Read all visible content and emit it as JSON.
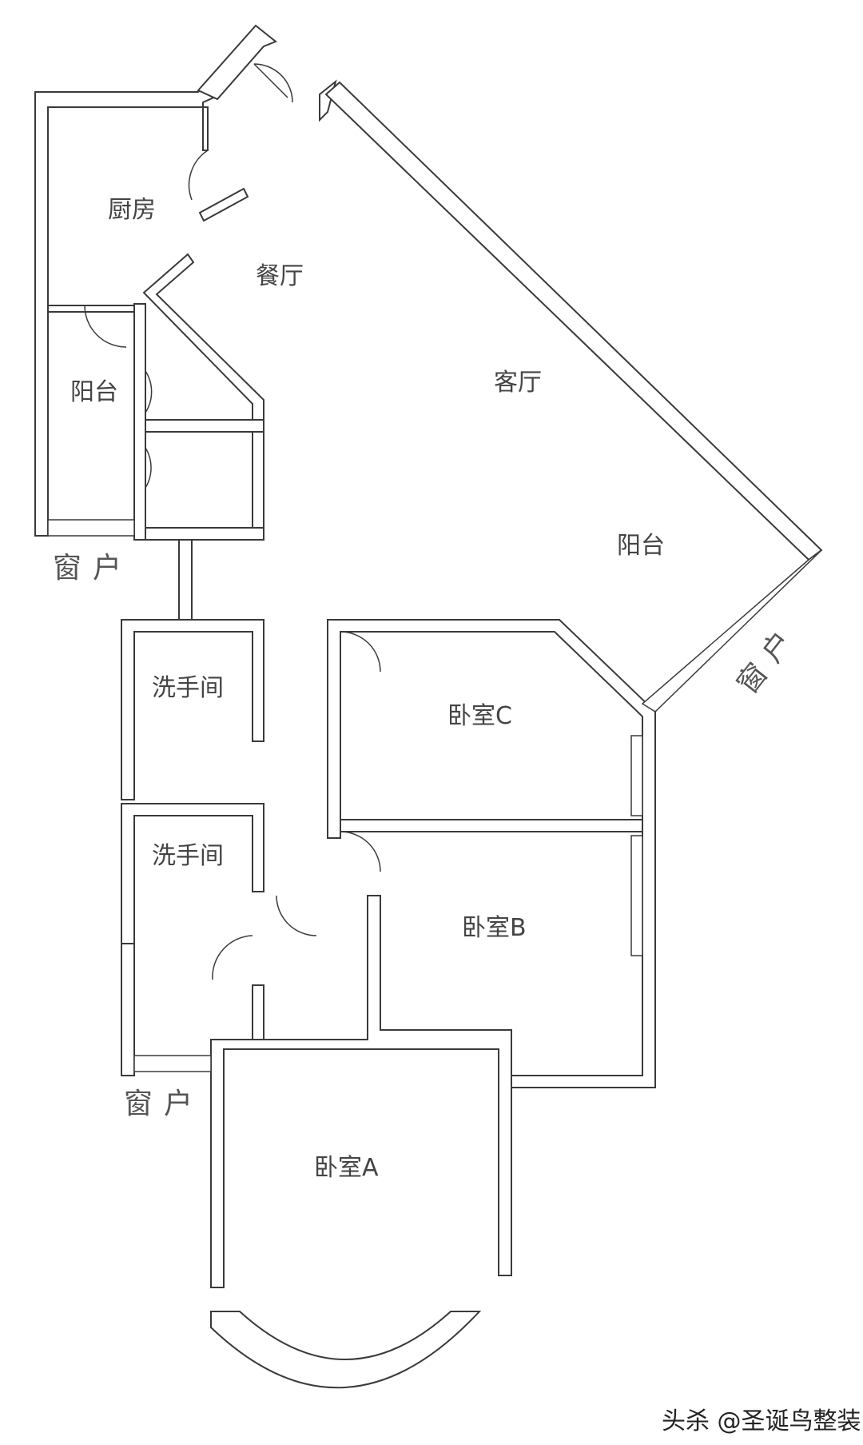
{
  "rooms": {
    "kitchen": "厨房",
    "dining": "餐厅",
    "living": "客厅",
    "balcony_west": "阳台",
    "balcony_east": "阳台",
    "bathroom_upper": "洗手间",
    "bathroom_lower": "洗手间",
    "bedroom_c": "卧室C",
    "bedroom_b": "卧室B",
    "bedroom_a": "卧室A"
  },
  "windows": {
    "west": "窗户",
    "east": "窗户",
    "south": "窗户"
  },
  "watermark": "头杀 @圣诞鸟整装"
}
